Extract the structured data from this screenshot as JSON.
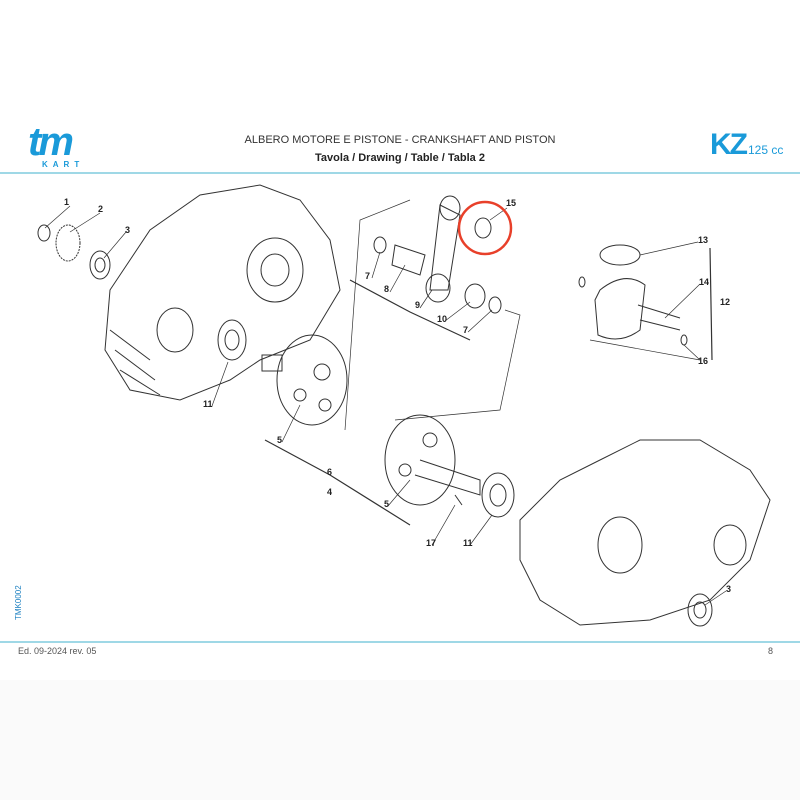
{
  "header": {
    "logo_text": "tm",
    "logo_sub": "KART",
    "title": "ALBERO MOTORE E PISTONE  - CRANKSHAFT AND PISTON",
    "subtitle": "Tavola / Drawing / Table  / Tabla  2",
    "model": "KZ",
    "displacement": "125 cc"
  },
  "diagram": {
    "callouts": [
      "1",
      "2",
      "3",
      "15",
      "13",
      "14",
      "12",
      "16",
      "7",
      "8",
      "9",
      "10",
      "7",
      "11",
      "5",
      "6",
      "4",
      "5",
      "17",
      "11",
      "3"
    ],
    "highlight_color": "#e8402a"
  },
  "footer": {
    "code": "TMK0002",
    "edition": "Ed. 09-2024  rev. 05",
    "page": "8"
  },
  "colors": {
    "brand": "#1a9ad9",
    "rule": "#9fd8e6"
  }
}
